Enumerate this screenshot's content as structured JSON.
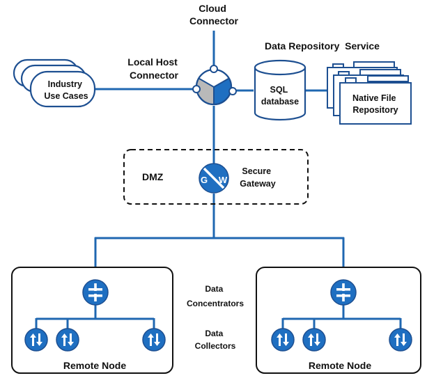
{
  "labels": {
    "cloud_connector": [
      "Cloud",
      "Connector"
    ],
    "local_host_connector": [
      "Local Host",
      "Connector"
    ],
    "data_repository_service": "Data Repository  Service",
    "industry_use_cases": [
      "Industry",
      "Use Cases"
    ],
    "sql_database": [
      "SQL",
      "database"
    ],
    "native_file_repository": [
      "Native File",
      "Repository"
    ],
    "dmz": "DMZ",
    "secure_gateway": [
      "Secure",
      "Gateway"
    ],
    "gateway_icon_letters": [
      "G",
      "W"
    ],
    "data_concentrators": [
      "Data",
      "Concentrators"
    ],
    "data_collectors": [
      "Data",
      "Collectors"
    ],
    "remote_node_left": "Remote Node",
    "remote_node_right": "Remote Node"
  },
  "colors": {
    "line_blue": "#1f67b1",
    "icon_blue": "#1f6fc1",
    "dark_blue": "#1d4f91",
    "gray_segment": "#b9b9b9"
  },
  "icons": {
    "connector_hub": "pie-hub-icon",
    "gateway": "gateway-icon",
    "concentrator": "not-equal-icon",
    "collector": "up-down-arrows-icon"
  }
}
